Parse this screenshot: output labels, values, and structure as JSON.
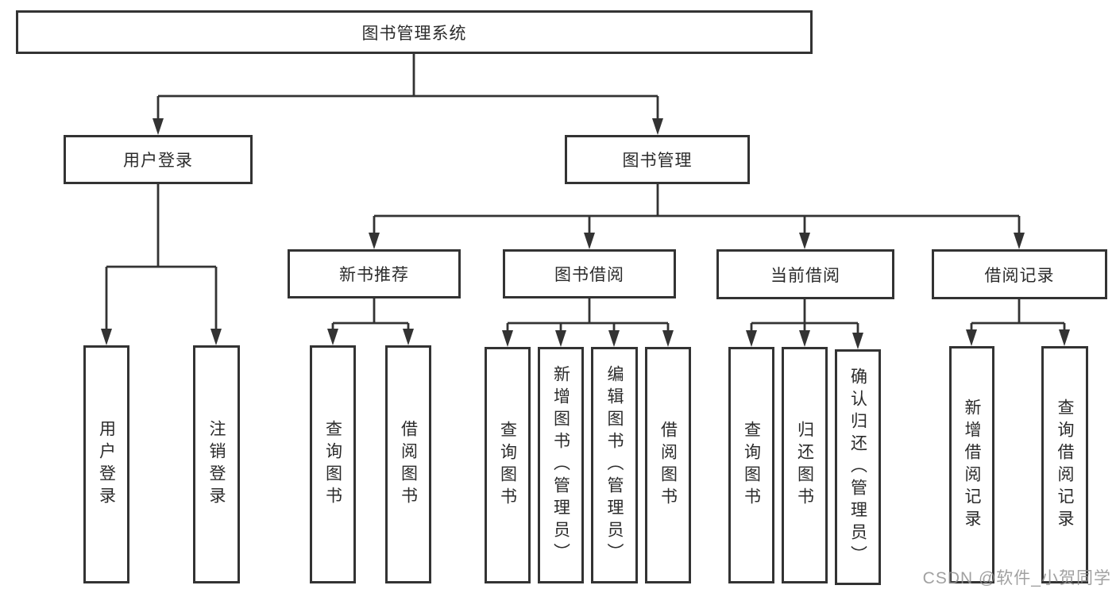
{
  "tree": {
    "root": {
      "label": "图书管理系统",
      "children": [
        {
          "label": "用户登录",
          "children": [
            {
              "label": "用户登录"
            },
            {
              "label": "注销登录"
            }
          ]
        },
        {
          "label": "图书管理",
          "children": [
            {
              "label": "新书推荐",
              "children": [
                {
                  "label": "查询图书"
                },
                {
                  "label": "借阅图书"
                }
              ]
            },
            {
              "label": "图书借阅",
              "children": [
                {
                  "label": "查询图书"
                },
                {
                  "label": "新增图书（管理员）"
                },
                {
                  "label": "编辑图书（管理员）"
                },
                {
                  "label": "借阅图书"
                }
              ]
            },
            {
              "label": "当前借阅",
              "children": [
                {
                  "label": "查询图书"
                },
                {
                  "label": "归还图书"
                },
                {
                  "label": "确认归还（管理员）"
                }
              ]
            },
            {
              "label": "借阅记录",
              "children": [
                {
                  "label": "新增借阅记录"
                },
                {
                  "label": "查询借阅记录"
                }
              ]
            }
          ]
        }
      ]
    }
  },
  "watermark": {
    "text": "CSDN @软件_小贺同学"
  },
  "colors": {
    "line": "#333333",
    "text": "#2b2b2b",
    "background": "#ffffff",
    "watermark": "#919191"
  }
}
